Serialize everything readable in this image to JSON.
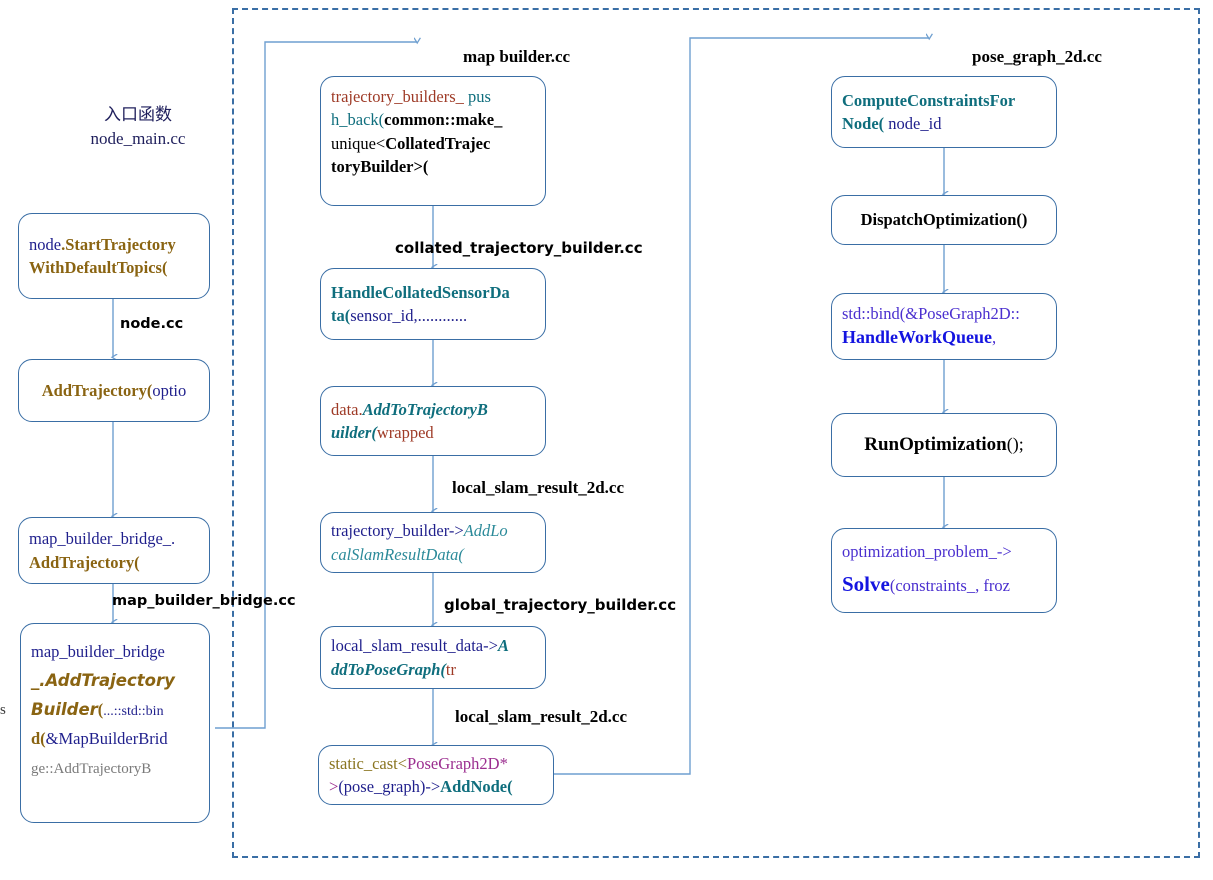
{
  "diagram": {
    "title_block": {
      "cjk_title": "入口函数",
      "file": "node_main.cc"
    },
    "region_label": "cartographer-dashed-region",
    "columns": {
      "left": {
        "name": "node-column",
        "nodes": [
          {
            "id": "node-start-trajectory",
            "lines": [
              [
                {
                  "t": "node",
                  "s": "navy"
                },
                {
                  "t": ".StartTrajectory",
                  "s": "brownb"
                }
              ],
              [
                {
                  "t": "WithDefaultTopics(",
                  "s": "brownb"
                }
              ]
            ]
          },
          {
            "id": "add-trajectory-options",
            "lines": [
              [
                {
                  "t": "AddTrajectory(",
                  "s": "brownb"
                },
                {
                  "t": "optio",
                  "s": "navy"
                }
              ]
            ]
          },
          {
            "id": "map-builder-bridge-add-trajectory",
            "lines": [
              [
                {
                  "t": "map_builder_bridge_.",
                  "s": "navy"
                }
              ],
              [
                {
                  "t": "AddTrajectory(",
                  "s": "brownb"
                }
              ]
            ]
          },
          {
            "id": "map-builder-bridge-add-trajectory-builder",
            "lines": [
              [
                {
                  "t": "map_builder_bridge",
                  "s": "navy"
                }
              ],
              [
                {
                  "t": "_.AddTrajectory",
                  "s": "brown-script"
                }
              ],
              [
                {
                  "t": "Builder",
                  "s": "brown-script"
                },
                {
                  "t": "(",
                  "s": "brownb"
                },
                {
                  "t": "...::std::bin",
                  "s": "navy"
                }
              ],
              [
                {
                  "t": "d(",
                  "s": "brownb"
                },
                {
                  "t": "&MapBuilderBrid",
                  "s": "navy"
                }
              ],
              [
                {
                  "t": "ge::AddTrajectoryB",
                  "s": "gray"
                }
              ]
            ]
          }
        ],
        "edge_labels": [
          "node.cc",
          "map_builder_bridge.cc"
        ],
        "clipped_char": "s"
      },
      "middle": {
        "name": "map-builder-column",
        "header": "map  builder.cc",
        "nodes": [
          {
            "id": "trajectory-builders-push-back",
            "lines": [
              [
                {
                  "t": "trajectory_builders_",
                  "s": "red"
                },
                {
                  "t": " pus",
                  "s": "teal"
                }
              ],
              [
                {
                  "t": "h_back(",
                  "s": "teal"
                },
                {
                  "t": "common::make_",
                  "s": "black-b"
                }
              ],
              [
                {
                  "t": "unique<",
                  "s": "black"
                },
                {
                  "t": "CollatedTrajec",
                  "s": "black-b"
                }
              ],
              [
                {
                  "t": "toryBuilder>(",
                  "s": "black-b"
                }
              ]
            ]
          },
          {
            "id": "handle-collated-sensor-data",
            "lines": [
              [
                {
                  "t": "HandleCollatedSensorDa",
                  "s": "teal-b"
                }
              ],
              [
                {
                  "t": "ta(",
                  "s": "teal-b"
                },
                {
                  "t": "sensor_id,............",
                  "s": "navy"
                }
              ]
            ]
          },
          {
            "id": "data-add-to-trajectory-builder",
            "lines": [
              [
                {
                  "t": "data.",
                  "s": "red"
                },
                {
                  "t": "AddToTrajectoryB",
                  "s": "teal-bi"
                }
              ],
              [
                {
                  "t": "uilder(",
                  "s": "teal-bi"
                },
                {
                  "t": "wrapped",
                  "s": "red"
                }
              ]
            ]
          },
          {
            "id": "trajectory-builder-add-local-slam-result-data",
            "lines": [
              [
                {
                  "t": "trajectory_builder->",
                  "s": "navy"
                },
                {
                  "t": "AddLo",
                  "s": "teal-i"
                }
              ],
              [
                {
                  "t": "calSlamResultData(",
                  "s": "teal-i"
                }
              ]
            ]
          },
          {
            "id": "local-slam-result-data-add-to-pose-graph",
            "lines": [
              [
                {
                  "t": "local_slam_result_data->",
                  "s": "navy"
                },
                {
                  "t": "A",
                  "s": "teal-bi"
                }
              ],
              [
                {
                  "t": "ddToPoseGraph(",
                  "s": "teal-bi"
                },
                {
                  "t": "tr",
                  "s": "red"
                }
              ]
            ]
          },
          {
            "id": "static-cast-pose-graph-add-node",
            "lines": [
              [
                {
                  "t": "static_cast<",
                  "s": "olive"
                },
                {
                  "t": "PoseGraph2D*",
                  "s": "mag"
                }
              ],
              [
                {
                  "t": ">",
                  "s": "mag"
                },
                {
                  "t": "(pose_graph)->",
                  "s": "navy"
                },
                {
                  "t": "AddNode(",
                  "s": "teal-b"
                }
              ]
            ]
          }
        ],
        "edge_labels": [
          "collated_trajectory_builder.cc",
          "local_slam_result_2d.cc",
          "global_trajectory_builder.cc",
          "local_slam_result_2d.cc"
        ]
      },
      "right": {
        "name": "pose-graph-column",
        "header": "pose_graph_2d.cc",
        "nodes": [
          {
            "id": "compute-constraints-for-node",
            "lines": [
              [
                {
                  "t": "ComputeConstraintsFor",
                  "s": "teal-b"
                }
              ],
              [
                {
                  "t": "Node(",
                  "s": "teal-b"
                },
                {
                  "t": " node_id",
                  "s": "navy"
                }
              ]
            ]
          },
          {
            "id": "dispatch-optimization",
            "lines": [
              [
                {
                  "t": "DispatchOptimization()",
                  "s": "black-b"
                }
              ]
            ]
          },
          {
            "id": "std-bind-handle-work-queue",
            "lines": [
              [
                {
                  "t": "std::bind(&PoseGraph2D::",
                  "s": "violet"
                }
              ],
              [
                {
                  "t": "HandleWorkQueue",
                  "s": "blue-b"
                },
                {
                  "t": ",",
                  "s": "violet"
                }
              ]
            ]
          },
          {
            "id": "run-optimization",
            "lines": [
              [
                {
                  "t": "RunOptimization",
                  "s": "black-b"
                },
                {
                  "t": "();",
                  "s": "black"
                }
              ]
            ]
          },
          {
            "id": "optimization-problem-solve",
            "lines": [
              [
                {
                  "t": "optimization_problem_->",
                  "s": "violet"
                }
              ],
              [
                {
                  "t": "Solve",
                  "s": "blue-b"
                },
                {
                  "t": "(constraints_, froz",
                  "s": "violet"
                }
              ]
            ]
          }
        ]
      }
    },
    "colors": {
      "box_border": "#3a6ea5",
      "arrow": "#6f9fd0",
      "dashed_border": "#3a6ea5",
      "accent_teal": "#0f6e7d",
      "accent_blue": "#1414e0",
      "accent_red": "#9e3a26"
    }
  }
}
